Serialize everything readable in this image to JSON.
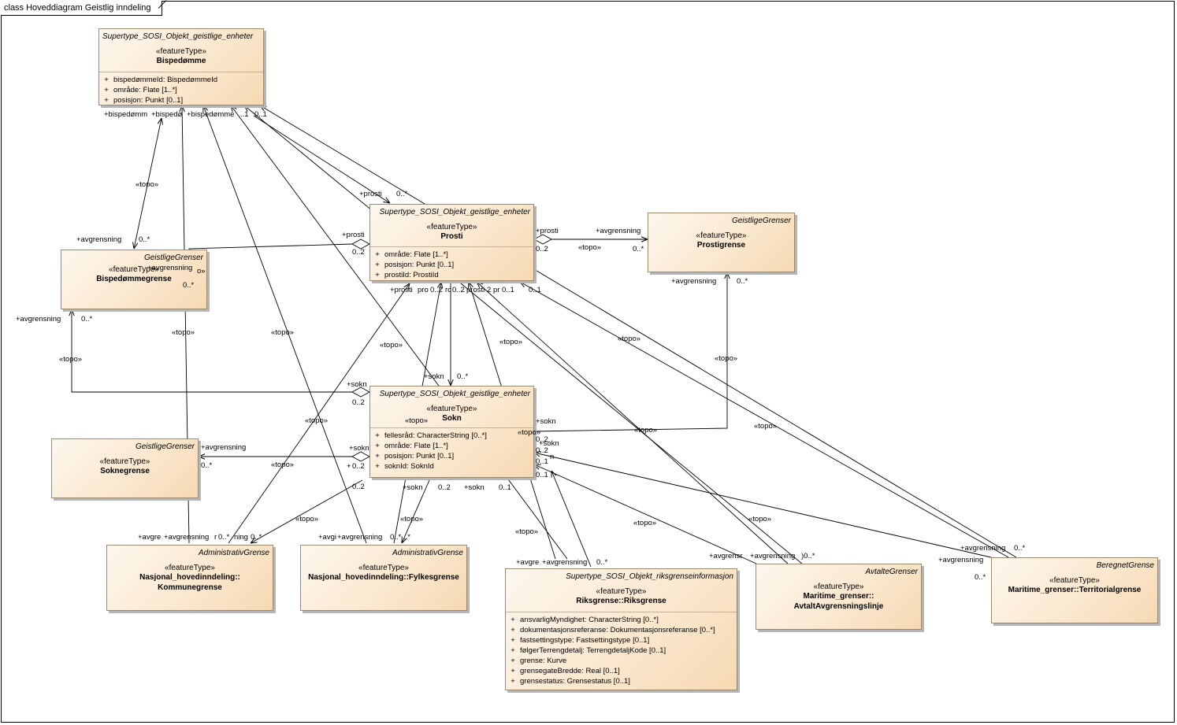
{
  "diagram": {
    "title": "class Hoveddiagram Geistlig inndeling"
  },
  "classes": {
    "bispedomme": {
      "package": "Supertype_SOSI_Objekt_geistlige_enheter",
      "stereotype": "«featureType»",
      "name": "Bispedømme",
      "attributes": [
        {
          "vis": "+",
          "text": "bispedømmeId: BispedømmeId"
        },
        {
          "vis": "+",
          "text": "område: Flate [1..*]"
        },
        {
          "vis": "+",
          "text": "posisjon: Punkt [0..1]"
        }
      ]
    },
    "prosti": {
      "package": "Supertype_SOSI_Objekt_geistlige_enheter",
      "stereotype": "«featureType»",
      "name": "Prosti",
      "attributes": [
        {
          "vis": "+",
          "text": "område: Flate [1..*]"
        },
        {
          "vis": "+",
          "text": "posisjon: Punkt [0..1]"
        },
        {
          "vis": "+",
          "text": "prostiId: ProstiId"
        }
      ]
    },
    "prostigrense": {
      "package": "GeistligeGrenser",
      "stereotype": "«featureType»",
      "name": "Prostigrense"
    },
    "bispedommegrense": {
      "package": "GeistligeGrenser",
      "stereotype": "«featureType»",
      "name": "Bispedømmegrense"
    },
    "sokn": {
      "package": "Supertype_SOSI_Objekt_geistlige_enheter",
      "stereotype": "«featureType»",
      "name": "Sokn",
      "attributes": [
        {
          "vis": "+",
          "text": "fellesråd: CharacterString [0..*]"
        },
        {
          "vis": "+",
          "text": "område: Flate [1..*]"
        },
        {
          "vis": "+",
          "text": "posisjon: Punkt [0..1]"
        },
        {
          "vis": "+",
          "text": "soknId: SoknId"
        }
      ]
    },
    "soknegrense": {
      "package": "GeistligeGrenser",
      "stereotype": "«featureType»",
      "name": "Soknegrense"
    },
    "kommunegrense": {
      "package": "AdministrativGrense",
      "stereotype": "«featureType»",
      "name_line1": "Nasjonal_hovedinndeling::",
      "name_line2": "Kommunegrense"
    },
    "fylkesgrense": {
      "package": "AdministrativGrense",
      "stereotype": "«featureType»",
      "name": "Nasjonal_hovedinndeling::Fylkesgrense"
    },
    "riksgrense": {
      "package": "Supertype_SOSI_Objekt_riksgrenseinformasjon",
      "stereotype": "«featureType»",
      "name": "Riksgrense::Riksgrense",
      "attributes": [
        {
          "vis": "+",
          "text": "ansvarligMyndighet: CharacterString [0..*]"
        },
        {
          "vis": "+",
          "text": "dokumentasjonsreferanse: Dokumentasjonsreferanse [0..*]"
        },
        {
          "vis": "+",
          "text": "fastsettingstype: Fastsettingstype [0..1]"
        },
        {
          "vis": "+",
          "text": "følgerTerrengdetalj: TerrengdetaljKode [0..1]"
        },
        {
          "vis": "+",
          "text": "grense: Kurve"
        },
        {
          "vis": "+",
          "text": "grensegateBredde: Real [0..1]"
        },
        {
          "vis": "+",
          "text": "grensestatus: Grensestatus [0..1]"
        }
      ]
    },
    "avtaltavgrensningslinje": {
      "package": "AvtalteGrenser",
      "stereotype": "«featureType»",
      "name_line1": "Maritime_grenser::",
      "name_line2": "AvtaltAvgrensningslinje"
    },
    "territorialgrense": {
      "package": "BeregnetGrense",
      "stereotype": "«featureType»",
      "name": "Maritime_grenser::Territorialgrense"
    }
  },
  "labels": {
    "topo": "«topo»",
    "bispedomme_short1": "+bispedømm",
    "bispedomme_short2": "+bispedø",
    "bispedomme_short3": "+bispedømme",
    "dot1": "..1",
    "zero_one": "0..1",
    "prosti": "+prosti",
    "zero_many": "0..*",
    "zero_two": "0..2",
    "avgrensning": "+avgrensning",
    "sokn": "+sokn",
    "prosti_frag1": "+prosti",
    "prosti_frag2": "pro",
    "prosti_frag3": "rc",
    "prosti_frag4": "prosti",
    "prosti_frag5": "2",
    "prosti_frag6": "pr",
    "avgre": "+avgre",
    "avgi": "+avgi",
    "avgrensn_frag": "+avgrensr",
    "ning_frag": "ning",
    "r_frag": "r",
    "star_frag": "..*",
    "plus": "+",
    "n_frag": "n",
    "two_frag": "2",
    "o_frag": "o»",
    "paren_frag": "(",
    "topo_frag": "«topo»",
    "zero_many_paren": ")0..*",
    "zero_two_short": "0..2"
  }
}
